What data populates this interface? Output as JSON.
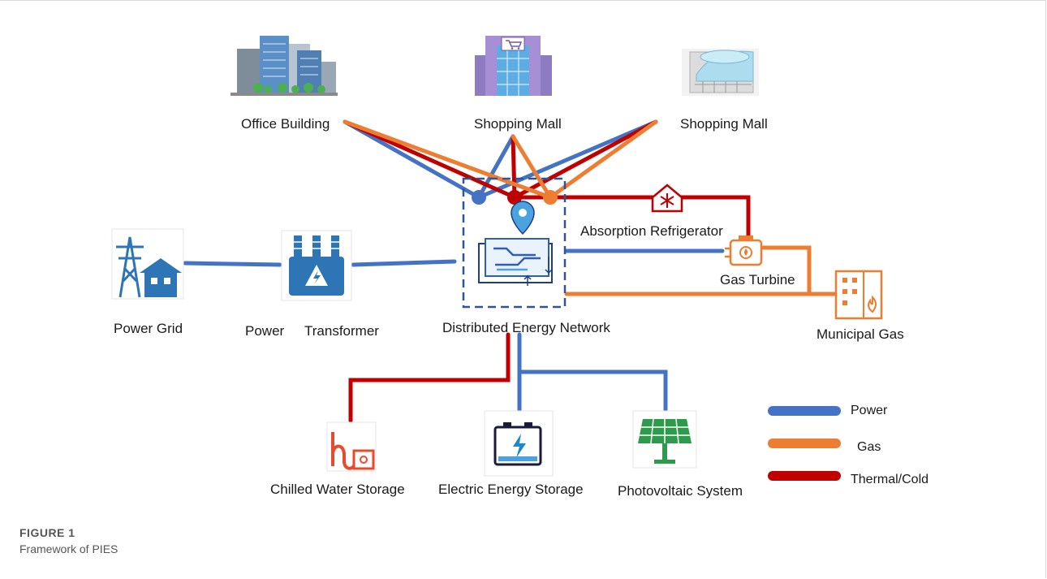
{
  "nodes": {
    "office_building": "Office Building",
    "shopping_mall_1": "Shopping Mall",
    "shopping_mall_2": "Shopping Mall",
    "power_grid": "Power Grid",
    "power_transformer_a": "Power",
    "power_transformer_b": "Transformer",
    "distributed_energy_network": "Distributed Energy Network",
    "absorption_refrigerator": "Absorption Refrigerator",
    "gas_turbine": "Gas Turbine",
    "municipal_gas": "Municipal Gas",
    "chilled_water_storage": "Chilled Water Storage",
    "electric_energy_storage": "Electric Energy Storage",
    "photovoltaic_system": "Photovoltaic System"
  },
  "legend": {
    "items": [
      {
        "label": "Power",
        "color": "#4472c4"
      },
      {
        "label": "Gas",
        "color": "#ed7d31"
      },
      {
        "label": "Thermal/Cold",
        "color": "#c00000"
      }
    ]
  },
  "caption": {
    "title": "FIGURE 1",
    "text": "Framework of PIES"
  }
}
